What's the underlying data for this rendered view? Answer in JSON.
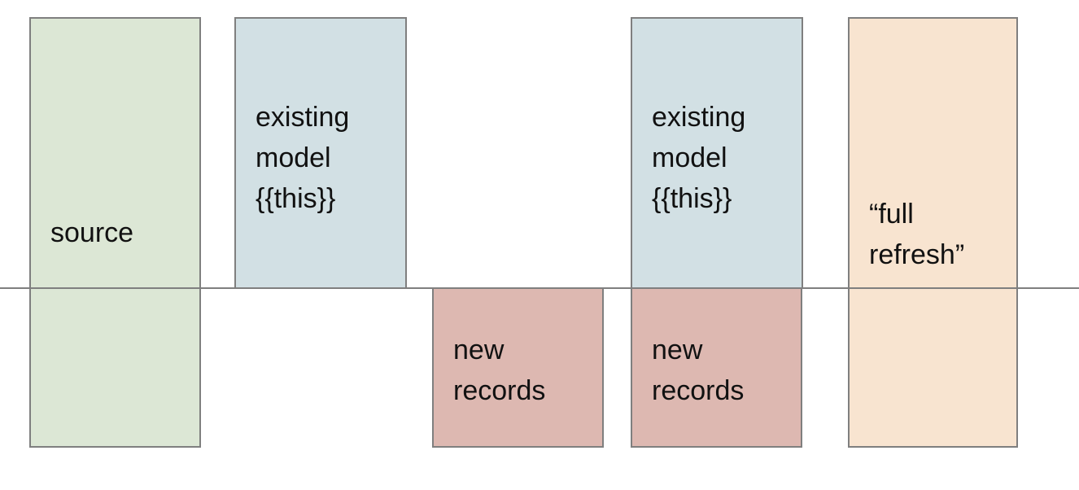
{
  "diagram": {
    "title": "incremental model full refresh diagram",
    "baseline": {
      "name": "baseline-divider"
    },
    "palette": {
      "source_fill": "#dce7d5",
      "existing_model_fill": "#d2e0e4",
      "new_records_fill": "#ddb8b1",
      "full_refresh_fill": "#f8e4d0",
      "stroke": "#7f7f7f",
      "text": "#111111",
      "background": "#ffffff"
    },
    "blocks": [
      {
        "id": "source",
        "label": "source",
        "fill": "#dce7d5",
        "position": "spans-baseline"
      },
      {
        "id": "existing-model-1",
        "label": "existing\nmodel\n{{this}}",
        "fill": "#d2e0e4",
        "position": "above-baseline"
      },
      {
        "id": "new-records-1",
        "label": "new\nrecords",
        "fill": "#ddb8b1",
        "position": "below-baseline"
      },
      {
        "id": "existing-model-2",
        "label": "existing\nmodel\n{{this}}",
        "fill": "#d2e0e4",
        "position": "above-baseline"
      },
      {
        "id": "new-records-2",
        "label": "new\nrecords",
        "fill": "#ddb8b1",
        "position": "below-baseline"
      },
      {
        "id": "full-refresh",
        "label": "“full\nrefresh”",
        "fill": "#f8e4d0",
        "position": "spans-baseline"
      }
    ]
  }
}
